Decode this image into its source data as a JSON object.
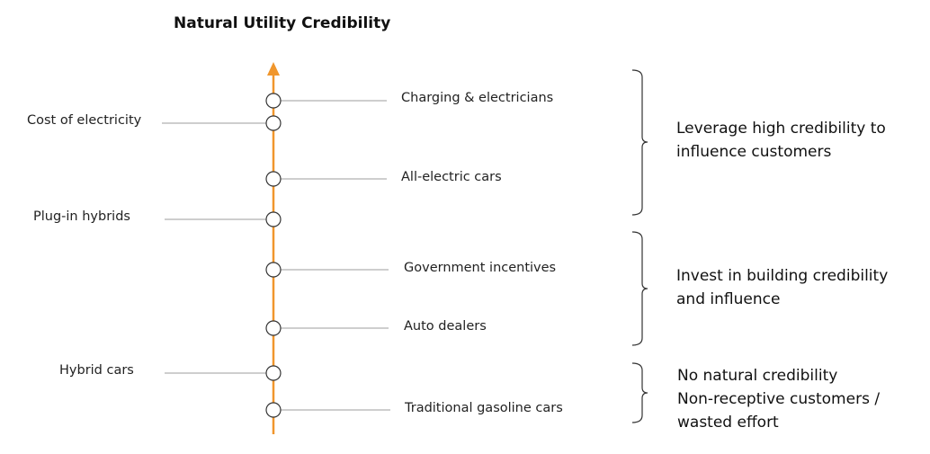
{
  "title": "Natural Utility Credibility",
  "colors": {
    "axis": "#f0962c",
    "connector": "#9e9e9e",
    "bracket": "#333333",
    "marker_fill": "#ffffff",
    "marker_stroke": "#333333"
  },
  "left_labels": [
    {
      "name": "cost-of-electricity",
      "text": "Cost of electricity"
    },
    {
      "name": "plug-in-hybrids",
      "text": "Plug-in hybrids"
    },
    {
      "name": "hybrid-cars",
      "text": "Hybrid cars"
    }
  ],
  "right_labels": [
    {
      "name": "charging-electricians",
      "text": "Charging & electricians"
    },
    {
      "name": "all-electric-cars",
      "text": "All-electric cars"
    },
    {
      "name": "government-incentives",
      "text": "Government incentives"
    },
    {
      "name": "auto-dealers",
      "text": "Auto dealers"
    },
    {
      "name": "traditional-gasoline-cars",
      "text": "Traditional gasoline cars"
    }
  ],
  "groups": [
    {
      "name": "high",
      "lines": [
        "Leverage high credibility to",
        "influence customers"
      ]
    },
    {
      "name": "medium",
      "lines": [
        "Invest in building credibility",
        "and influence"
      ]
    },
    {
      "name": "none",
      "lines": [
        "No natural credibility",
        "Non-receptive customers /",
        "wasted effort"
      ]
    }
  ]
}
